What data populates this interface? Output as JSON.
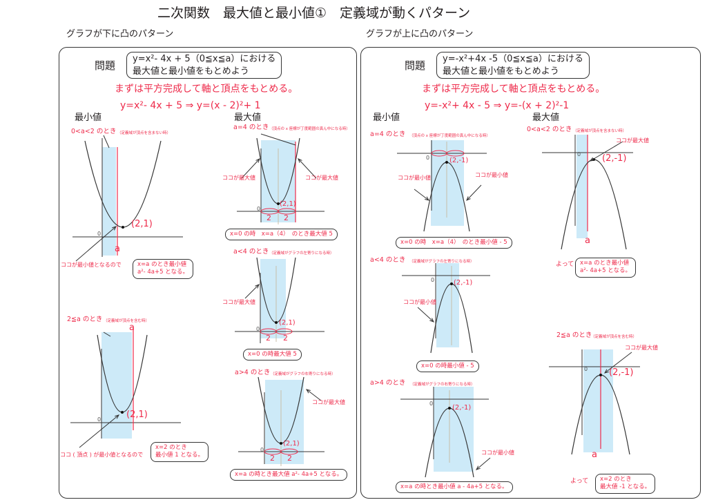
{
  "title": "二次関数　最大値と最小値①　定義域が動くパターン",
  "left": {
    "heading": "グラフが下に凸のパターン",
    "problem_label": "問題",
    "problem_line1": "y=x²- 4x + 5（0≦x≦a）における",
    "problem_line2": "最大値と最小値をもとめよう",
    "instruction": "まずは平方完成して軸と頂点をもとめる。",
    "formula": "y=x²- 4x + 5 ⇒ y=(x - 2)²+ 1",
    "min_heading": "最小値",
    "max_heading": "最大値",
    "min1": {
      "title": "0<a<2 のとき",
      "note": "（定義域が頂点を含まない時）",
      "vertex": "(2,1)",
      "zero": "0",
      "a": "a",
      "arrow_label": "ココが最小値となるので",
      "result1": "x=a のとき最小値",
      "result2": "a²- 4a+5 となる。"
    },
    "min2": {
      "title": "2≦a のとき",
      "note": "（定義域が頂点を含む時）",
      "vertex": "(2,1)",
      "zero": "0",
      "a": "a",
      "arrow_label": "ココ ( 頂点 ) が最小値となるので",
      "result1": "x=2 のとき",
      "result2": "最小値 1 となる。"
    },
    "max1": {
      "title": "a=4 のとき",
      "note": "（頂点の x 座標が丁度範囲の真ん中になる時）",
      "vertex": "(2,1)",
      "zero": "0",
      "two": "2",
      "label_left": "ココが最大値",
      "label_right": "ココが最大値",
      "result": "x=0 の時　x=a（4）　のとき最大値 5"
    },
    "max2": {
      "title": "a<4 のとき",
      "note": "（定義域がグラフの左寄りになる時）",
      "vertex": "(2,1)",
      "zero": "0",
      "two": "2",
      "label": "ココが最大値",
      "result": "x=0 の時最大値 5"
    },
    "max3": {
      "title": "a>4 のとき",
      "note": "（定義域がグラフの右寄りになる時）",
      "vertex": "(2,1)",
      "zero": "0",
      "two": "2",
      "label": "ココが最大値",
      "result": "x=a の時とき最大値  a²- 4a+5 となる。"
    }
  },
  "right": {
    "heading": "グラフが上に凸のパターン",
    "problem_label": "問題",
    "problem_line1": "y=-x²+4x -5（0≦x≦a）における",
    "problem_line2": "最大値と最小値をもとめよう",
    "instruction": "まずは平方完成して軸と頂点をもとめる。",
    "formula": "y=-x²+ 4x - 5 ⇒ y=-(x + 2)²-1",
    "min_heading": "最小値",
    "max_heading": "最大値",
    "min1": {
      "title": "a=4 のとき",
      "note": "（頂点の x 座標が丁度範囲の真ん中になる時）",
      "vertex": "(2,-1)",
      "zero": "0",
      "label_left": "ココが最小値",
      "label_right": "ココが最小値",
      "result": "x=0 の時　x=a（4）　のとき最小値 - 5"
    },
    "min2": {
      "title": "a<4 のとき",
      "note": "（定義域がグラフの左寄りになる時）",
      "vertex": "(2,-1)",
      "zero": "0",
      "label": "ココが最小値",
      "result": "x=0 の時最小値 - 5"
    },
    "min3": {
      "title": "a>4 のとき",
      "note": "（定義域がグラフの右寄りになる時）",
      "vertex": "(2,-1)",
      "zero": "0",
      "label": "ココが最小値",
      "result": "x=a の時とき最小値  a - 4a+5 となる。"
    },
    "max1": {
      "title": "0<a<2 のとき",
      "note": "（定義域が頂点を含まない時）",
      "vertex": "(2,-1)",
      "zero": "0",
      "a": "a",
      "label": "ココが最大値",
      "yotte": "よって",
      "result1": "x=a のとき最小値",
      "result2": "a²- 4a+5 となる。"
    },
    "max2": {
      "title": "2≦a のとき",
      "note": "（定義域が頂点を含む時）",
      "vertex": "(2,-1)",
      "zero": "0",
      "a": "a",
      "label": "ココが最大値",
      "yotte": "よって",
      "result1": "x=2 のとき",
      "result2": "最大値 -1 となる。"
    }
  },
  "colors": {
    "domain": "#cdeaf8",
    "accent": "#ee2a4a",
    "line": "#231f20"
  }
}
